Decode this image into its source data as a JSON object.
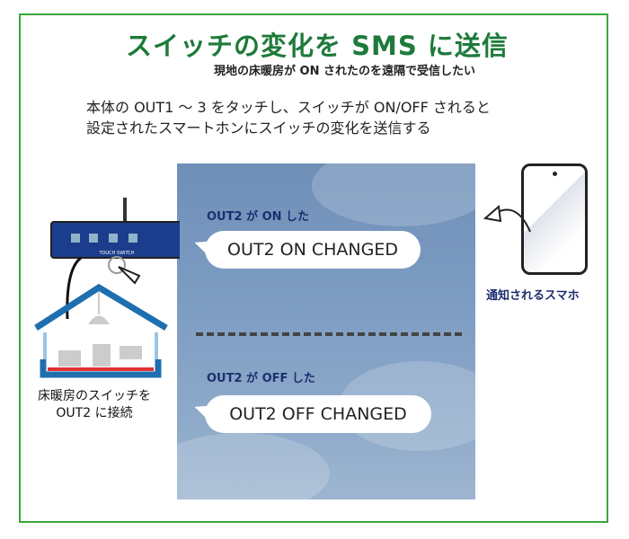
{
  "title": "スイッチの変化を SMS に送信",
  "subtitle": "現地の床暖房が ON されたのを遠隔で受信したい",
  "description": [
    "本体の OUT1 〜 3 をタッチし、スイッチが ON/OFF されると",
    "設定されたスマートホンにスイッチの変化を送信する"
  ],
  "messages": [
    {
      "label": "OUT2 が ON した",
      "text": "OUT2 ON CHANGED"
    },
    {
      "label": "OUT2 が OFF した",
      "text": "OUT2 OFF CHANGED"
    }
  ],
  "phone_label": "通知されるスマホ",
  "house_label": [
    "床暖房のスイッチを",
    "OUT2 に接続"
  ],
  "device": {
    "panel_label": "TOUCH SWITCH"
  },
  "colors": {
    "title": "#1e7a3a",
    "frame": "#3aa63a",
    "label": "#1c2f6e",
    "house": "#1d6fb0"
  }
}
